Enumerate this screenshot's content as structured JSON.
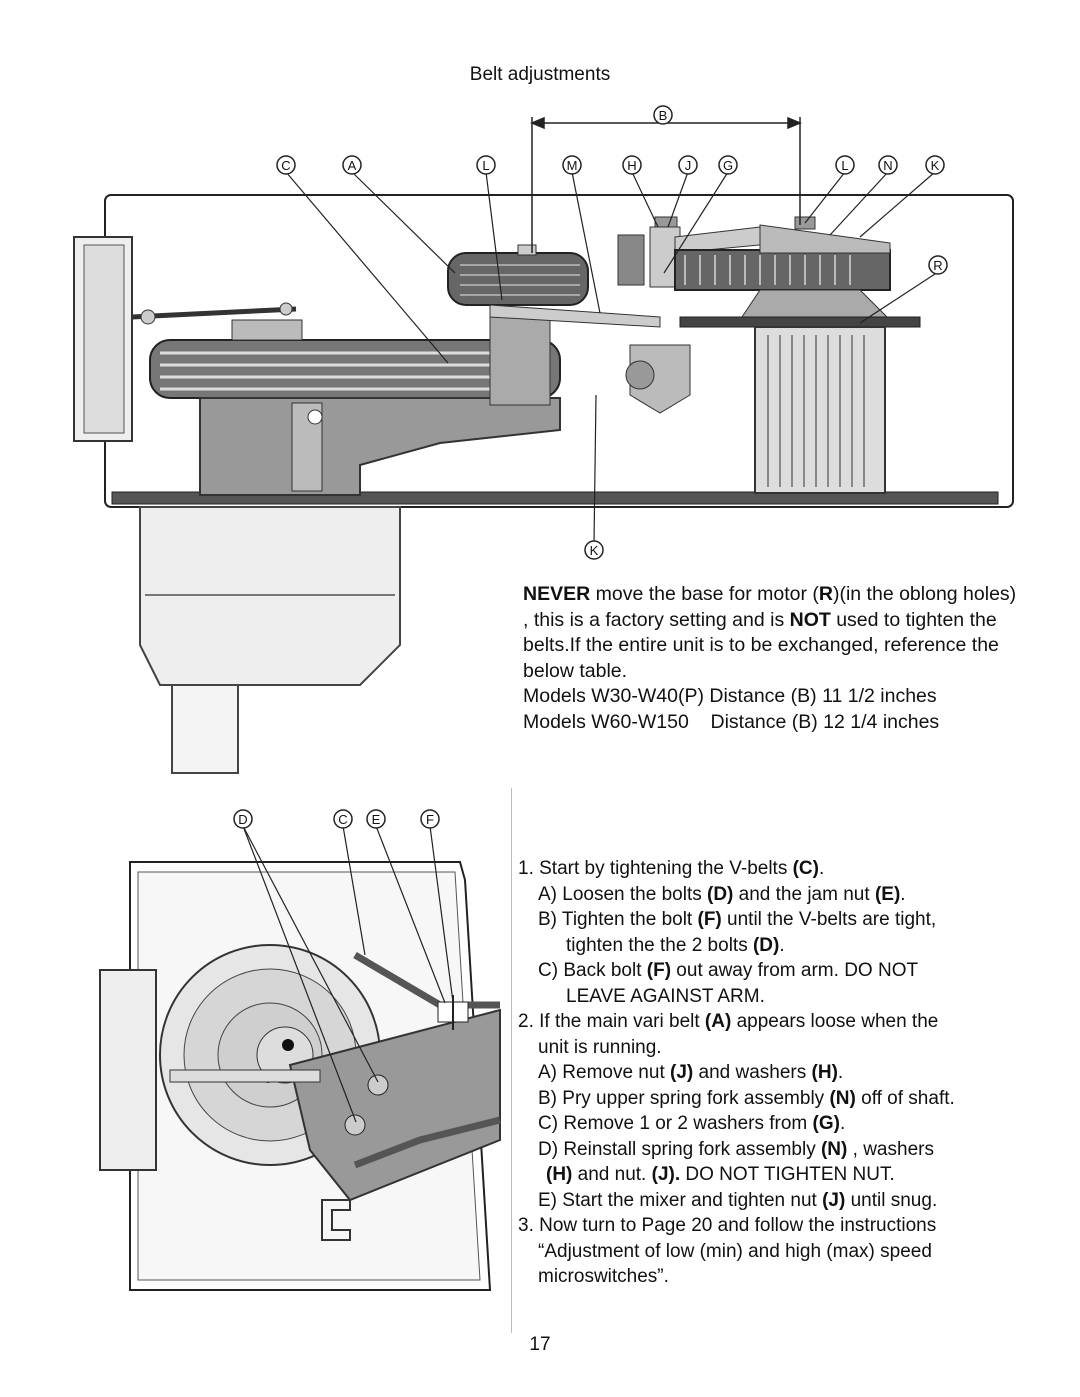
{
  "page": {
    "title": "Belt adjustments",
    "page_number": "17"
  },
  "figure_top": {
    "callouts": {
      "B": "B",
      "C": "C",
      "A": "A",
      "L1": "L",
      "M": "M",
      "H": "H",
      "J": "J",
      "G": "G",
      "L2": "L",
      "N": "N",
      "K1": "K",
      "R": "R",
      "K2": "K"
    }
  },
  "figure_bottom": {
    "callouts": {
      "D": "D",
      "C": "C",
      "E": "E",
      "F": "F"
    }
  },
  "note": {
    "p1": {
      "a": "NEVER",
      "b": " move the base for motor (",
      "c": "R",
      "d": ")(in the oblong holes) , this is a factory setting and is ",
      "e": "NOT",
      "f": " used to tighten the belts.If the entire unit is to be exchanged, reference the below table."
    },
    "table": [
      {
        "models": "Models W30-W40(P)",
        "distance": "Distance (B) 11 1/2 inches"
      },
      {
        "models": "Models W60-W150",
        "distance": "Distance (B) 12 1/4 inches"
      }
    ]
  },
  "instructions": {
    "s1": {
      "a": "1. Start by tightening the V-belts ",
      "b": "(C)",
      "c": "."
    },
    "s1A": {
      "a": "A) Loosen the bolts ",
      "b": "(D)",
      "c": " and the jam nut ",
      "d": "(E)",
      "e": "."
    },
    "s1B": {
      "a": "B) Tighten the bolt ",
      "b": "(F)",
      "c": " until the V-belts are tight,",
      "d": "tighten the the 2 bolts ",
      "e": "(D)",
      "f": "."
    },
    "s1C": {
      "a": "C) Back bolt ",
      "b": "(F)",
      "c": " out away from arm. DO NOT",
      "d": "LEAVE AGAINST ARM."
    },
    "s2": {
      "a": "2. If the main vari belt ",
      "b": "(A)",
      "c": " appears loose when the",
      "d": "unit is running."
    },
    "s2A": {
      "a": "A) Remove nut ",
      "b": "(J)",
      "c": " and washers ",
      "d": "(H)",
      "e": "."
    },
    "s2B": {
      "a": "B) Pry upper spring fork assembly ",
      "b": "(N)",
      "c": " off of shaft."
    },
    "s2C": {
      "a": "C) Remove 1 or 2 washers from ",
      "b": "(G)",
      "c": "."
    },
    "s2D": {
      "a": "D) Reinstall spring fork assembly ",
      "b": "(N)",
      "c": " , washers",
      "d": "(H)",
      "e": " and nut. ",
      "f": "(J).",
      "g": " DO NOT TIGHTEN NUT."
    },
    "s2E": {
      "a": "E) Start the mixer and tighten nut ",
      "b": "(J)",
      "c": " until snug."
    },
    "s3": {
      "a": "3. Now turn to Page 20 and follow the instructions",
      "b": "“Adjustment of low (min) and high (max) speed",
      "c": "microswitches”."
    }
  }
}
